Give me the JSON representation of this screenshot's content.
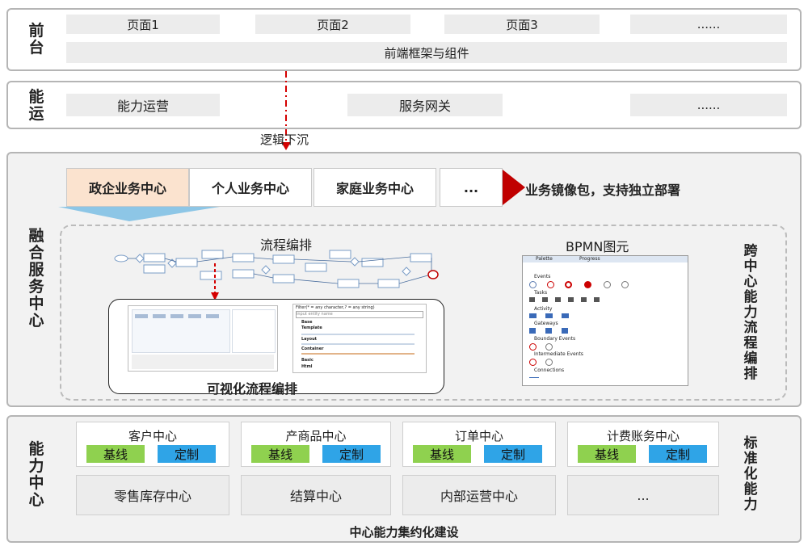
{
  "front": {
    "label": "前台",
    "pages": [
      "页面1",
      "页面2",
      "页面3",
      "......"
    ],
    "framework": "前端框架与组件"
  },
  "ops": {
    "label": "能运",
    "items": [
      "能力运营",
      "服务网关",
      "......"
    ]
  },
  "sink_label": "逻辑下沉",
  "fusion": {
    "label": "融合服务中心",
    "tabs": [
      "政企业务中心",
      "个人业务中心",
      "家庭业务中心",
      "..."
    ],
    "package_label": "业务镜像包，支持独立部署",
    "flow_title": "流程编排",
    "bpmn_title": "BPMN图元",
    "visual_label": "可视化流程编排",
    "cross_label": "跨中心能力流程编排",
    "palette": {
      "header": "Palette",
      "progress": "Progress",
      "sections": [
        "Events",
        "Tasks",
        "Activity",
        "Gateways",
        "Boundary Events",
        "Intermediate Events",
        "Connections"
      ]
    },
    "filter": {
      "text": "Filter(* = any character,? = any string)",
      "placeholder": "input entity name",
      "sections": [
        "Base",
        "Template",
        "Layout",
        "Container",
        "Basic",
        "Html"
      ]
    }
  },
  "capability": {
    "label": "能力中心",
    "centers": [
      {
        "name": "客户中心",
        "base": "基线",
        "custom": "定制"
      },
      {
        "name": "产商品中心",
        "base": "基线",
        "custom": "定制"
      },
      {
        "name": "订单中心",
        "base": "基线",
        "custom": "定制"
      },
      {
        "name": "计费账务中心",
        "base": "基线",
        "custom": "定制"
      }
    ],
    "others": [
      "零售库存中心",
      "结算中心",
      "内部运营中心",
      "..."
    ],
    "standard_label": "标准化能力",
    "footer": "中心能力集约化建设"
  },
  "colors": {
    "active_tab": "#fbe3cf",
    "arrow_red": "#d40000",
    "base_green": "#8fd14f",
    "custom_blue": "#2fa4e7",
    "triangle_blue": "#8dc6e6"
  }
}
